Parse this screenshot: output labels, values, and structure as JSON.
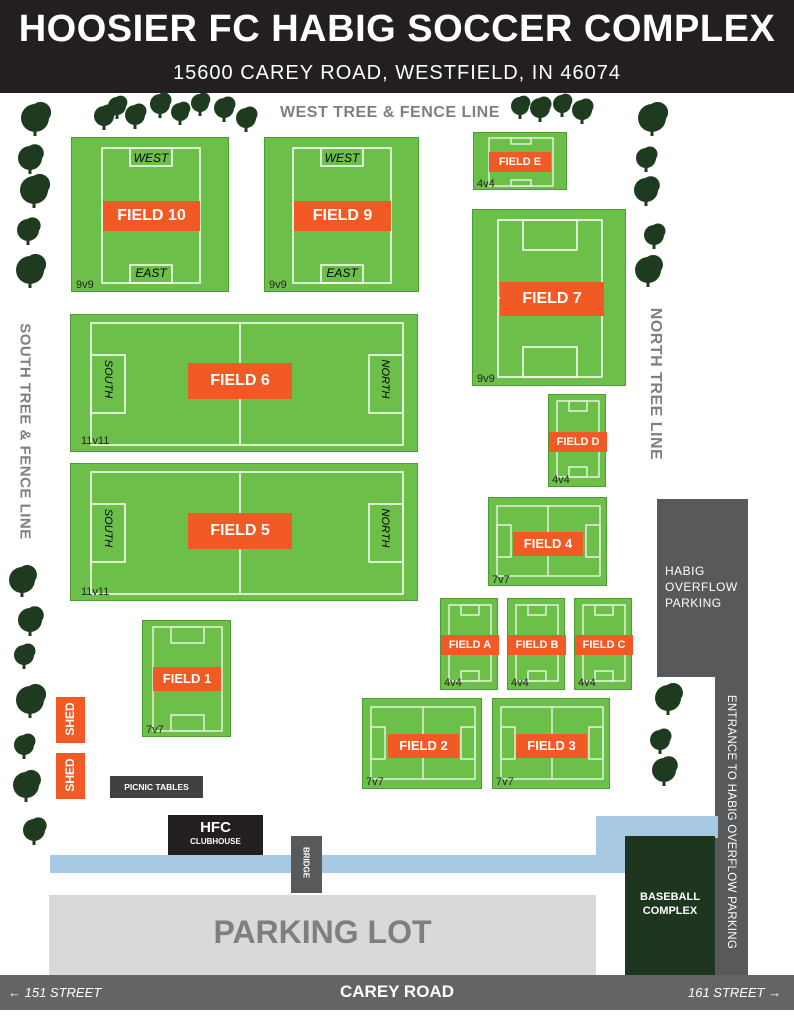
{
  "header": {
    "title": "HOOSIER FC HABIG SOCCER COMPLEX",
    "address": "15600 CAREY ROAD, WESTFIELD, IN 46074"
  },
  "labels": {
    "west_line": "WEST TREE & FENCE LINE",
    "south_line": "SOUTH TREE & FENCE LINE",
    "north_line": "NORTH TREE LINE",
    "overflow": "HABIG OVERFLOW PARKING",
    "entrance": "ENTRANCE TO HABIG OVERFLOW PARKING",
    "baseball": "BASEBALL COMPLEX",
    "parking": "PARKING LOT",
    "bridge": "BRIDGE",
    "picnic": "PICNIC TABLES",
    "clubhouse_title": "HFC",
    "clubhouse_sub": "CLUBHOUSE",
    "shed1": "SHED",
    "shed2": "SHED"
  },
  "road": {
    "name": "CAREY ROAD",
    "left": "← 151 STREET",
    "right": "161 STREET →"
  },
  "fields": {
    "f10": {
      "name": "FIELD 10",
      "size": "9v9",
      "end_top": "WEST",
      "end_bottom": "EAST"
    },
    "f9": {
      "name": "FIELD 9",
      "size": "9v9",
      "end_top": "WEST",
      "end_bottom": "EAST"
    },
    "fe": {
      "name": "FIELD E",
      "size": "4v4"
    },
    "f7": {
      "name": "FIELD 7",
      "size": "9v9"
    },
    "f6": {
      "name": "FIELD 6",
      "size": "11v11",
      "end_left": "SOUTH",
      "end_right": "NORTH"
    },
    "f5": {
      "name": "FIELD 5",
      "size": "11v11",
      "end_left": "SOUTH",
      "end_right": "NORTH"
    },
    "fd": {
      "name": "FIELD D",
      "size": "4v4"
    },
    "f4": {
      "name": "FIELD 4",
      "size": "7v7"
    },
    "fa": {
      "name": "FIELD A",
      "size": "4v4"
    },
    "fb": {
      "name": "FIELD B",
      "size": "4v4"
    },
    "fc": {
      "name": "FIELD C",
      "size": "4v4"
    },
    "f1": {
      "name": "FIELD 1",
      "size": "7v7"
    },
    "f2": {
      "name": "FIELD 2",
      "size": "7v7"
    },
    "f3": {
      "name": "FIELD 3",
      "size": "7v7"
    }
  },
  "colors": {
    "field": "#6cc04a",
    "tag": "#f15a24",
    "header": "#231f20",
    "road": "#58595b",
    "water": "#a6c8e3",
    "tree": "#1f3b1f"
  }
}
